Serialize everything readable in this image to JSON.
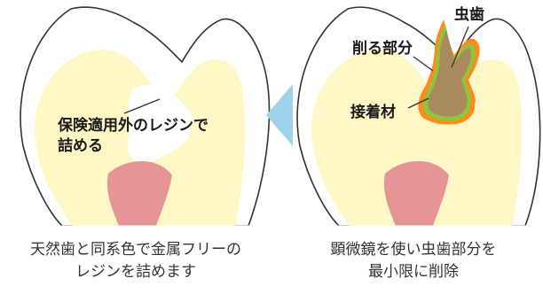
{
  "left_panel": {
    "label_line1": "保険適用外のレジンで",
    "label_line2": "詰める",
    "caption_line1": "天然歯と同系色で金属フリーの",
    "caption_line2": "レジンを詰めます"
  },
  "right_panel": {
    "label_caries": "虫歯",
    "label_cut": "削る部分",
    "label_bonding": "接着材",
    "caption_line1": "顕微鏡を使い虫歯部分を",
    "caption_line2": "最小限に削除"
  },
  "colors": {
    "tooth_outline": "#333333",
    "dentin": "#fff7c6",
    "pulp": "#e59595",
    "caries": "#a88a5e",
    "bonding_layer": "#8cc63f",
    "cut_margin": "#ff8c1a",
    "arrow": "#9fd3ec"
  },
  "icons": {
    "arrow": "arrow-left-icon"
  }
}
